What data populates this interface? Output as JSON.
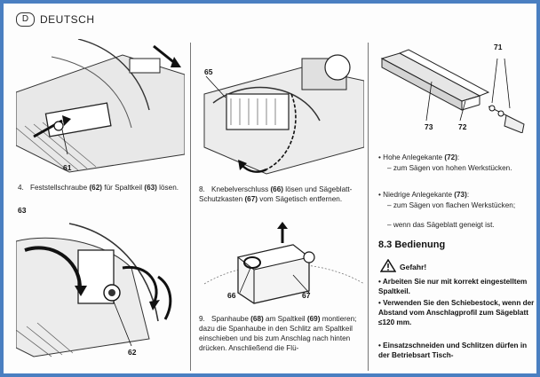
{
  "header": {
    "badge": "D",
    "language": "DEUTSCH"
  },
  "left": {
    "fig1_callout": "61",
    "step4": {
      "num": "4.",
      "pre": "Feststellschraube ",
      "ref1": "(62)",
      "mid": " für Spaltkeil ",
      "ref2": "(63)",
      "post": " lösen."
    },
    "fig2_callout_top": "63",
    "fig2_callout_bottom": "62"
  },
  "middle": {
    "fig1_callout": "65",
    "step8": {
      "num": "8.",
      "pre": "Knebelverschluss ",
      "ref1": "(66)",
      "mid": " lösen und Sägeblatt-Schutzkasten ",
      "ref2": "(67)",
      "post": " vom Sägetisch entfernen."
    },
    "fig2_callout_left": "66",
    "fig2_callout_right": "67",
    "step9": {
      "num": "9.",
      "pre": "Spanhaube ",
      "ref1": "(68)",
      "mid": " am Spaltkeil ",
      "ref2": "(69)",
      "post": " montieren; dazu die Spanhaube in den Schlitz am Spaltkeil einschieben und bis zum Anschlag nach hinten drücken. Anschließend die Flü-"
    }
  },
  "right": {
    "fig_callout_71": "71",
    "fig_callout_73": "73",
    "fig_callout_72": "72",
    "b1": {
      "pre": "Hohe Anlegekante ",
      "ref": "(72)",
      "post": ":",
      "sub": "– zum Sägen von hohen Werkstücken."
    },
    "b2": {
      "pre": "Niedrige Anlegekante ",
      "ref": "(73)",
      "post": ":",
      "sub1": "– zum Sägen von flachen Werkstücken;",
      "sub2": "– wenn das Sägeblatt geneigt ist."
    },
    "section_title": "8.3   Bedienung",
    "warning": "Gefahr!",
    "w1": "Arbeiten Sie nur mit korrekt eingestelltem Spaltkeil.",
    "w2": "Verwenden Sie den Schiebestock, wenn der Abstand vom Anschlagprofil zum Sägeblatt ≤120 mm.",
    "w3": "Einsatzschneiden und Schlitzen dürfen in der Betriebsart Tisch-"
  }
}
